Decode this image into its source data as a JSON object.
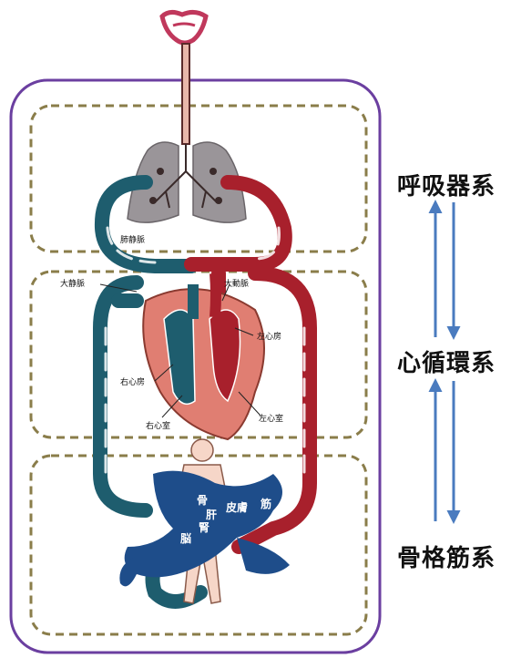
{
  "systems": {
    "respiratory": "呼吸器系",
    "circulatory": "心循環系",
    "musculoskeletal": "骨格筋系"
  },
  "vessels": {
    "pulmonary_vein": "肺静脈",
    "vena_cava": "大静脈",
    "aorta": "大動脈"
  },
  "heart": {
    "left_atrium": "左心房",
    "right_atrium": "右心房",
    "right_ventricle": "右心室",
    "left_ventricle": "左心室"
  },
  "body_labels": {
    "bone": "骨",
    "skin": "皮膚",
    "muscle": "筋",
    "liver": "肝",
    "kidney": "腎",
    "brain": "脳"
  },
  "colors": {
    "arterial": "#a8202c",
    "venous": "#1e5d6e",
    "frame": "#6b3fa0",
    "dashed_box": "#8a7d4a",
    "arrow": "#4a7bbf",
    "heart": "#e07e72",
    "lung": "#9a9599"
  }
}
